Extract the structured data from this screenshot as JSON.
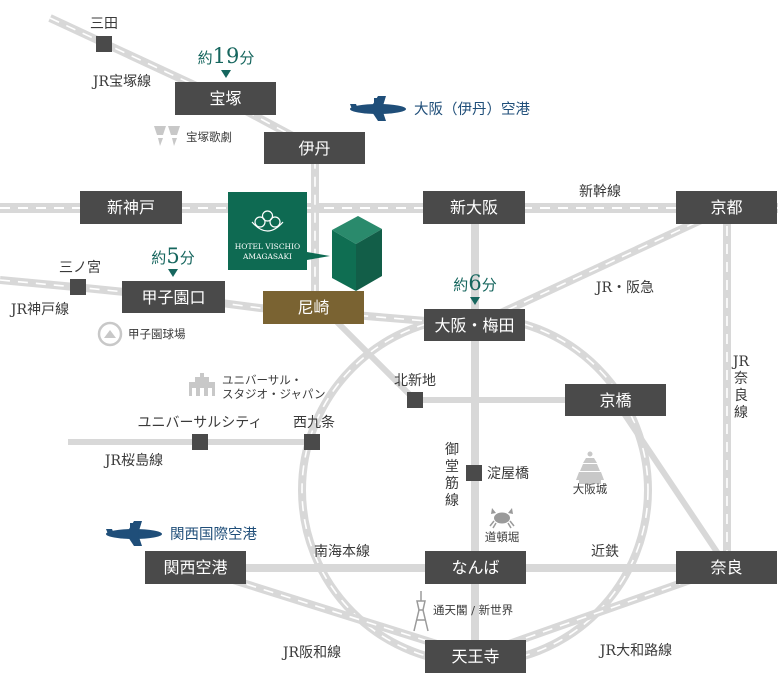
{
  "stations": {
    "takarazuka": "宝塚",
    "itami": "伊丹",
    "shinkobe": "新神戸",
    "shinosaka": "新大阪",
    "kyoto": "京都",
    "koshienguchi": "甲子園口",
    "amagasaki": "尼崎",
    "osaka_umeda": "大阪・梅田",
    "kyobashi": "京橋",
    "kansai_airport": "関西空港",
    "namba": "なんば",
    "nara": "奈良",
    "tennoji": "天王寺"
  },
  "small_stations": {
    "sanda": "三田",
    "sannomiya": "三ノ宮",
    "kitashinchi": "北新地",
    "nishikujo": "西九条",
    "universal_city": "ユニバーサルシティ",
    "yodoyabashi": "淀屋橋"
  },
  "lines": {
    "jr_takarazuka": "JR宝塚線",
    "shinkansen": "新幹線",
    "jr_kobe": "JR神戸線",
    "jr_hankyu": "JR・阪急",
    "jr_nara": [
      "JR",
      "奈",
      "良",
      "線"
    ],
    "jr_sakurajima": "JR桜島線",
    "midosuji": [
      "御",
      "堂",
      "筋",
      "線"
    ],
    "nankai": "南海本線",
    "kintetsu": "近鉄",
    "jr_hanwa": "JR阪和線",
    "jr_yamatoji": "JR大和路線"
  },
  "times": {
    "takarazuka": {
      "prefix": "約",
      "num": "19",
      "suffix": "分"
    },
    "koshienguchi": {
      "prefix": "約",
      "num": "5",
      "suffix": "分"
    },
    "osaka_umeda": {
      "prefix": "約",
      "num": "6",
      "suffix": "分"
    }
  },
  "landmarks": {
    "takarazuka_theater": "宝塚歌劇",
    "koshien_stadium": "甲子園球場",
    "usj": [
      "ユニバーサル・",
      "スタジオ・ジャパン"
    ],
    "osaka_castle": "大阪城",
    "dotonbori": "道頓堀",
    "tsutenkaku": "通天閣 / 新世界",
    "itami_airport": "大阪（伊丹）空港",
    "kansai_intl_airport": "関西国際空港"
  },
  "hotel": {
    "line1": "HOTEL VISCHIO",
    "line2": "AMAGASAKI"
  },
  "colors": {
    "station_box": "#4a4a4a",
    "amagasaki_box": "#7a6332",
    "hotel_green": "#0e6a52",
    "accent_teal": "#16665e",
    "airport_blue": "#1f4e79",
    "track_gray": "#d6d6d6"
  }
}
